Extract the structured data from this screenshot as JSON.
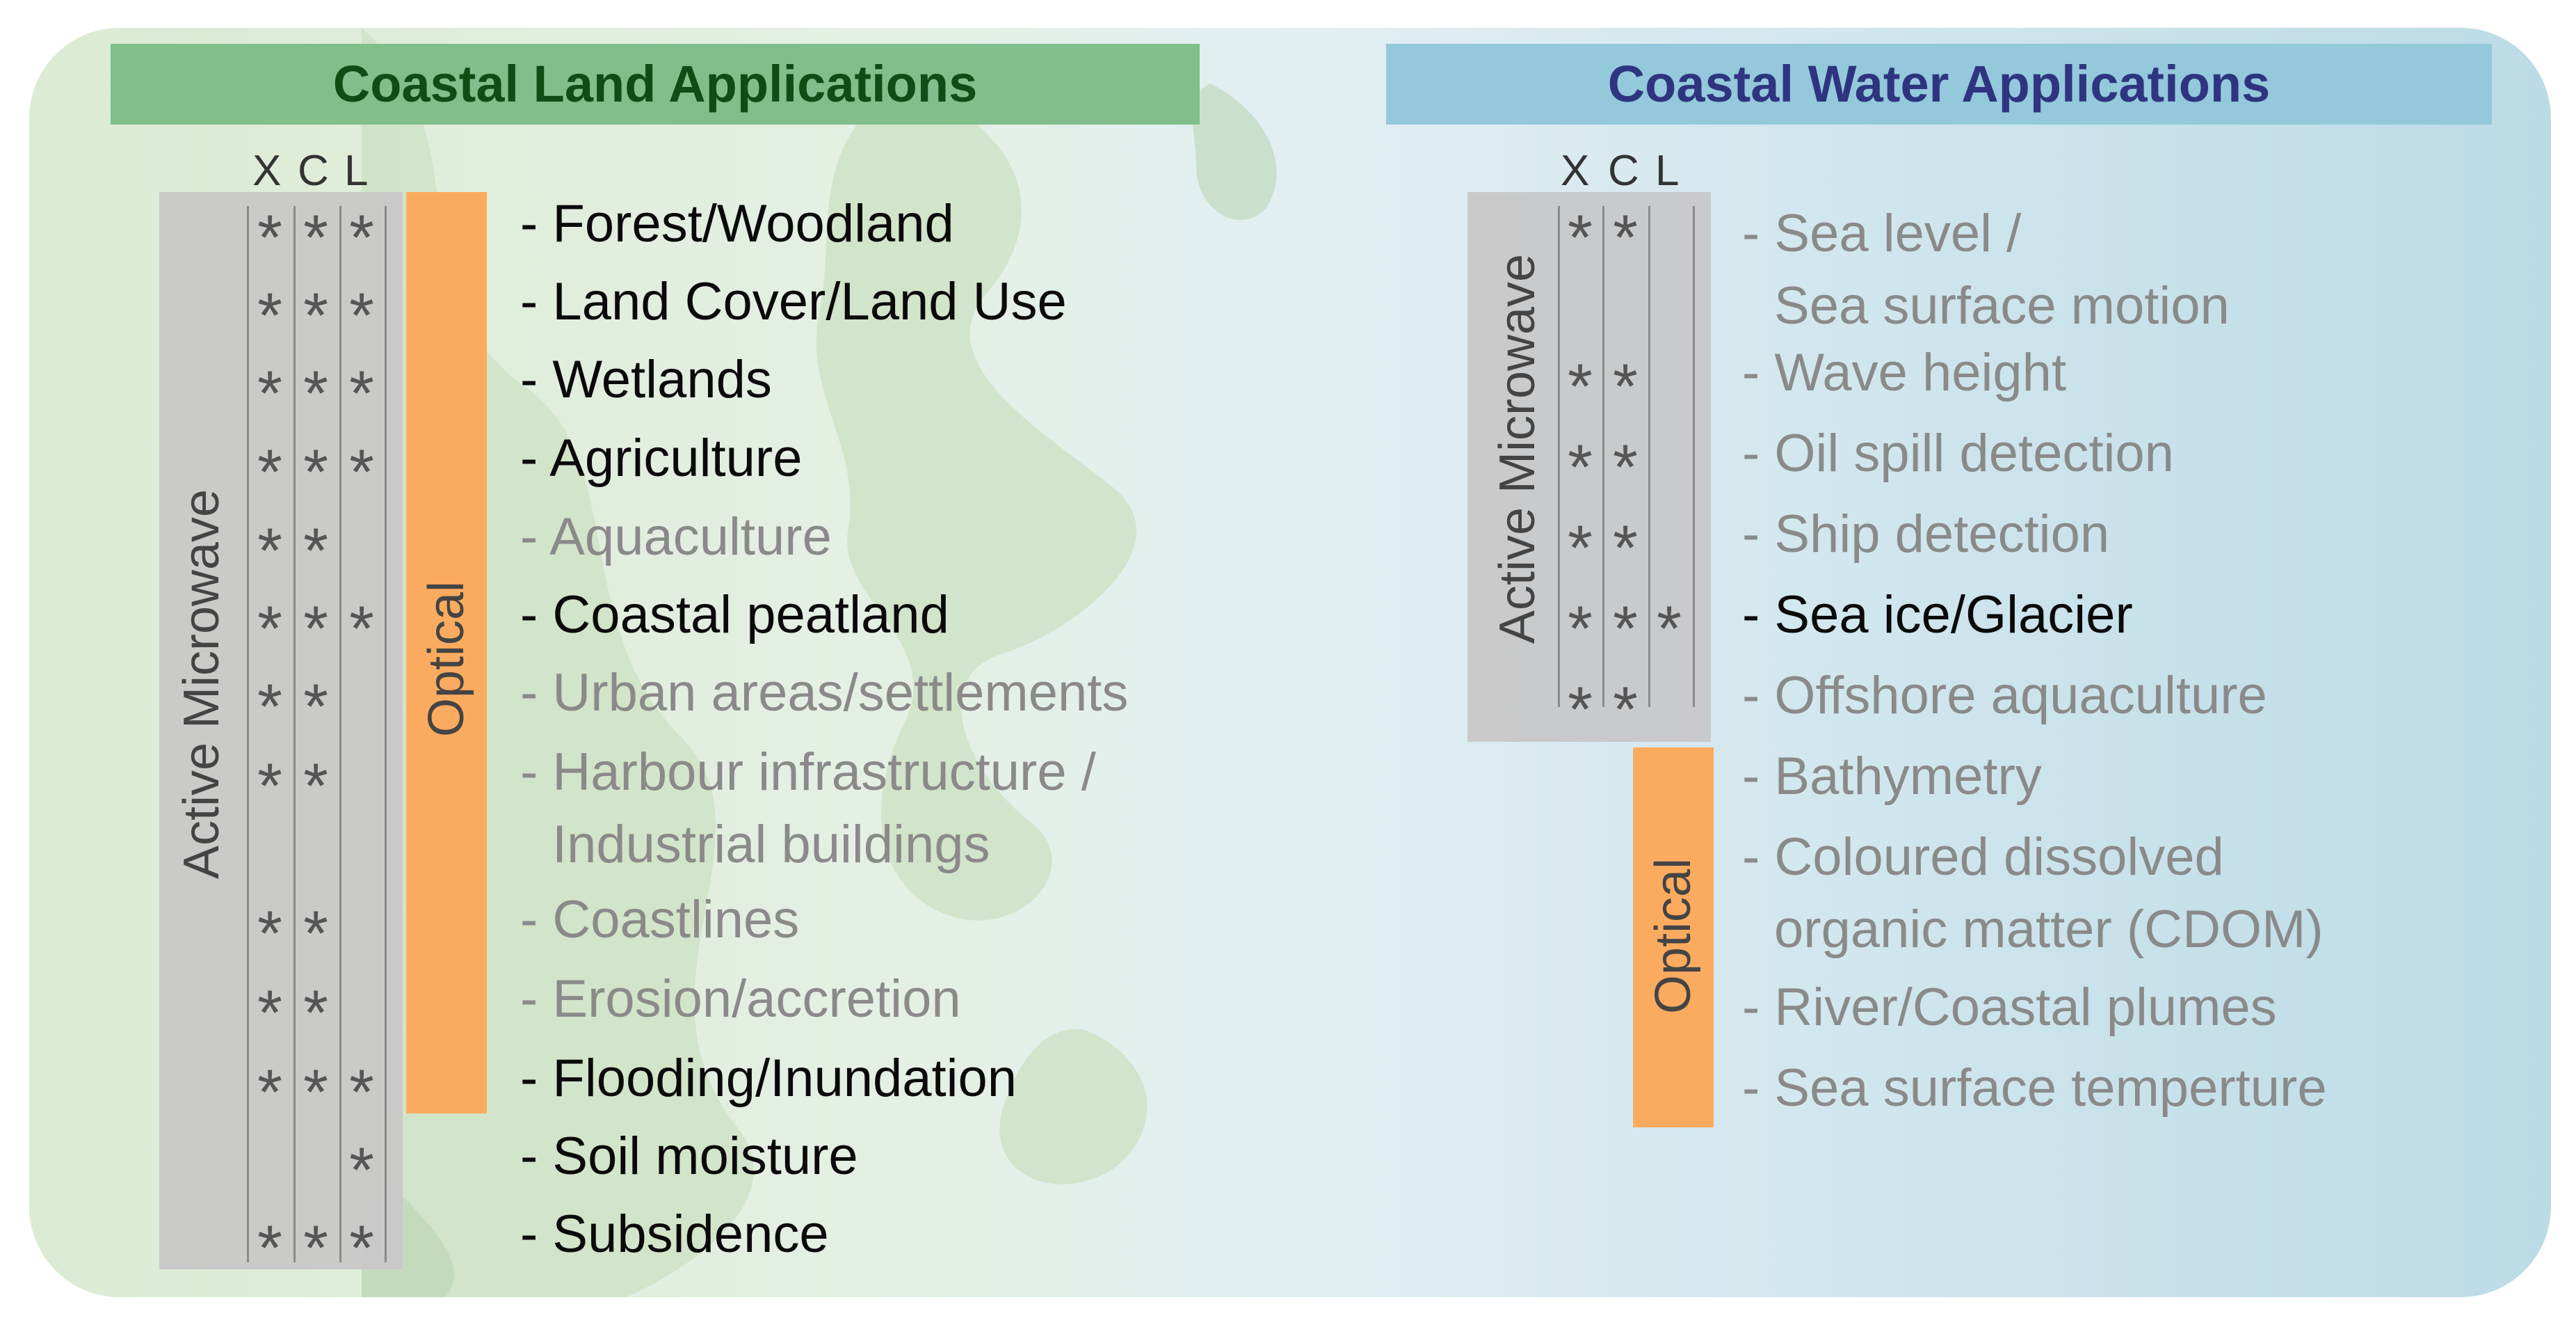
{
  "colors": {
    "land_header_bg": "#7fbf8c",
    "land_header_text": "#0e4d15",
    "water_header_bg": "#93c9db",
    "water_header_text": "#2f3480",
    "microwave_bar": "#c8c8c8",
    "optical_bar": "#fbab5f",
    "primary_text": "#0a0a0a",
    "secondary_text": "#8a8a8a"
  },
  "band_headers": {
    "x": "X",
    "c": "C",
    "l": "L"
  },
  "star_symbol": "*",
  "land": {
    "title": "Coastal Land Applications",
    "microwave_label": "Active Microwave",
    "optical_label": "Optical",
    "items": [
      {
        "label": "- Forest/Woodland",
        "bands": "XCL",
        "emphasis": "primary"
      },
      {
        "label": "- Land Cover/Land Use",
        "bands": "XCL",
        "emphasis": "primary"
      },
      {
        "label": "- Wetlands",
        "bands": "XCL",
        "emphasis": "primary"
      },
      {
        "label": "- Agriculture",
        "bands": "XCL",
        "emphasis": "primary"
      },
      {
        "label": "- Aquaculture",
        "bands": "XC",
        "emphasis": "secondary"
      },
      {
        "label": "- Coastal peatland",
        "bands": "XCL",
        "emphasis": "primary"
      },
      {
        "label": "- Urban areas/settlements",
        "bands": "XC",
        "emphasis": "secondary"
      },
      {
        "label": "- Harbour infrastructure /",
        "label2": "Industrial buildings",
        "bands": "XC",
        "emphasis": "secondary"
      },
      {
        "label": "- Coastlines",
        "bands": "XC",
        "emphasis": "secondary"
      },
      {
        "label": "- Erosion/accretion",
        "bands": "XC",
        "emphasis": "secondary"
      },
      {
        "label": "- Flooding/Inundation",
        "bands": "XCL",
        "emphasis": "primary"
      },
      {
        "label": "- Soil moisture",
        "bands": "L",
        "emphasis": "primary"
      },
      {
        "label": "- Subsidence",
        "bands": "XCL",
        "emphasis": "primary"
      }
    ]
  },
  "water": {
    "title": "Coastal Water Applications",
    "microwave_label": "Active Microwave",
    "optical_label": "Optical",
    "items": [
      {
        "label": "- Sea level /",
        "label2": "Sea surface motion",
        "bands": "XC",
        "emphasis": "secondary"
      },
      {
        "label": "- Wave height",
        "bands": "XC",
        "emphasis": "secondary"
      },
      {
        "label": "- Oil spill detection",
        "bands": "XC",
        "emphasis": "secondary"
      },
      {
        "label": "- Ship detection",
        "bands": "XC",
        "emphasis": "secondary"
      },
      {
        "label": "- Sea ice/Glacier",
        "bands": "XCL",
        "emphasis": "primary"
      },
      {
        "label": "- Offshore aquaculture",
        "bands": "XC",
        "emphasis": "secondary"
      },
      {
        "label": "- Bathymetry",
        "bands": "",
        "emphasis": "secondary"
      },
      {
        "label": "- Coloured dissolved",
        "label2": "organic matter (CDOM)",
        "bands": "",
        "emphasis": "secondary"
      },
      {
        "label": "- River/Coastal plumes",
        "bands": "",
        "emphasis": "secondary"
      },
      {
        "label": "- Sea surface temperture",
        "bands": "",
        "emphasis": "secondary"
      }
    ]
  }
}
